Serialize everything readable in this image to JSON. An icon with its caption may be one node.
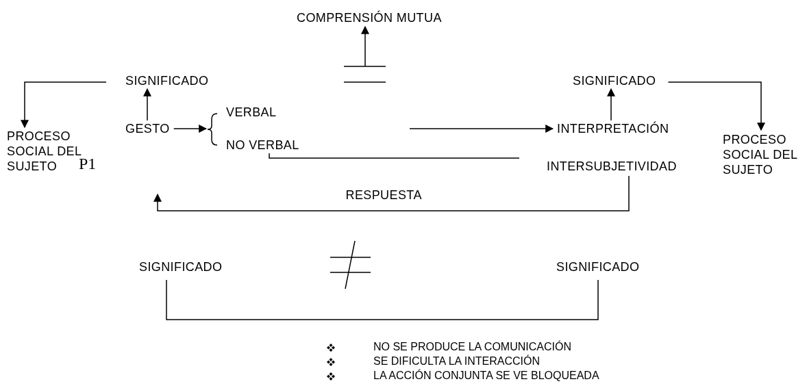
{
  "diagram": {
    "nodes": [
      {
        "text": [
          "COMPRENSIÓN MUTUA"
        ]
      },
      {
        "text": [
          "SIGNIFICADO"
        ]
      },
      {
        "text": [
          "PROCESO SOCIAL DEL SUJETO"
        ]
      },
      {
        "text": [
          "GESTO"
        ]
      },
      {
        "text": [
          "VERBAL"
        ]
      },
      {
        "text": [
          "NO VERBAL"
        ]
      },
      {
        "text": [
          "SIGNIFICADO"
        ]
      },
      {
        "text": [
          "INTERPRETACIÓN"
        ]
      },
      {
        "text": [
          "INTERSUBJETIVIDAD"
        ]
      },
      {
        "text": [
          "PROCESO SOCIAL DEL SUJETO"
        ]
      },
      {
        "text": [
          "SIGNIFICADO"
        ]
      },
      {
        "text": [
          "SIGNIFICADO"
        ]
      },
      {
        "text": [],
        "shape": "equals"
      },
      {
        "text": [],
        "shape": "brace"
      }
    ],
    "edges": [
      {
        "from": 12,
        "to": 0,
        "arrow": "to"
      },
      {
        "from": 1,
        "to": 2,
        "arrow": "to"
      },
      {
        "from": 3,
        "to": 1,
        "arrow": "to"
      },
      {
        "from": 3,
        "to": 13,
        "arrow": "to"
      },
      {
        "from": null,
        "to": 7,
        "arrow": "to"
      },
      {
        "from": 5,
        "to": 8,
        "arrow": "none"
      },
      {
        "from": 7,
        "to": 6,
        "arrow": "to"
      },
      {
        "from": 6,
        "to": 9,
        "arrow": "to"
      },
      {
        "from": 8,
        "to": null,
        "label": "RESPUESTA",
        "arrow": "to"
      },
      {
        "from": 10,
        "to": 11,
        "arrow": "none"
      }
    ],
    "labels": [
      "P1",
      "NO SE PRODUCE LA COMUNICACIÓN",
      "SE DIFICULTA LA INTERACCIÓN",
      "LA ACCIÓN CONJUNTA SE VE BLOQUEADA"
    ]
  }
}
